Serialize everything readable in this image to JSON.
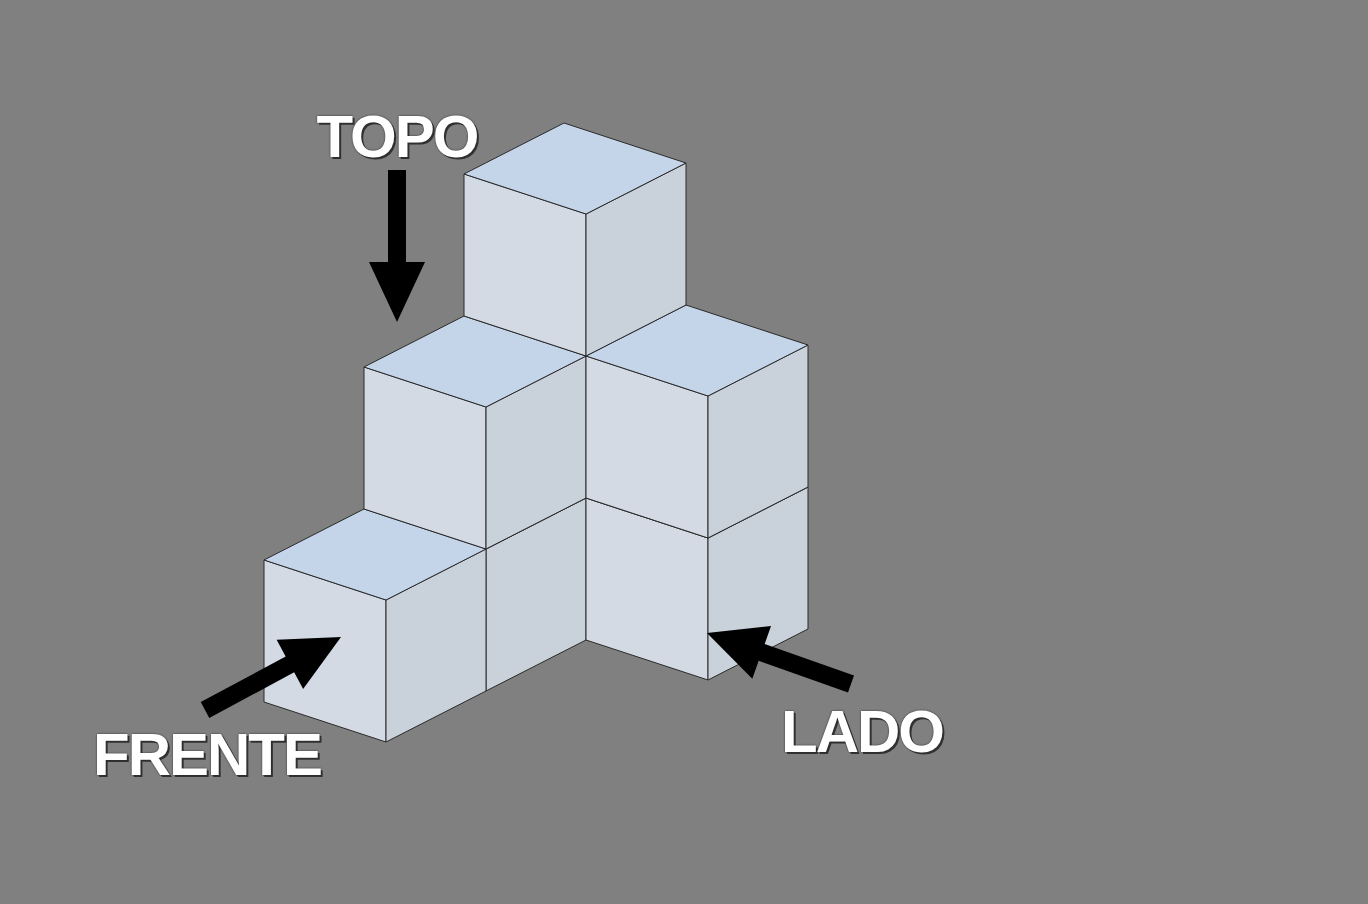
{
  "diagram": {
    "labels": [
      "TOPO",
      "FRENTE",
      "LADO"
    ]
  }
}
